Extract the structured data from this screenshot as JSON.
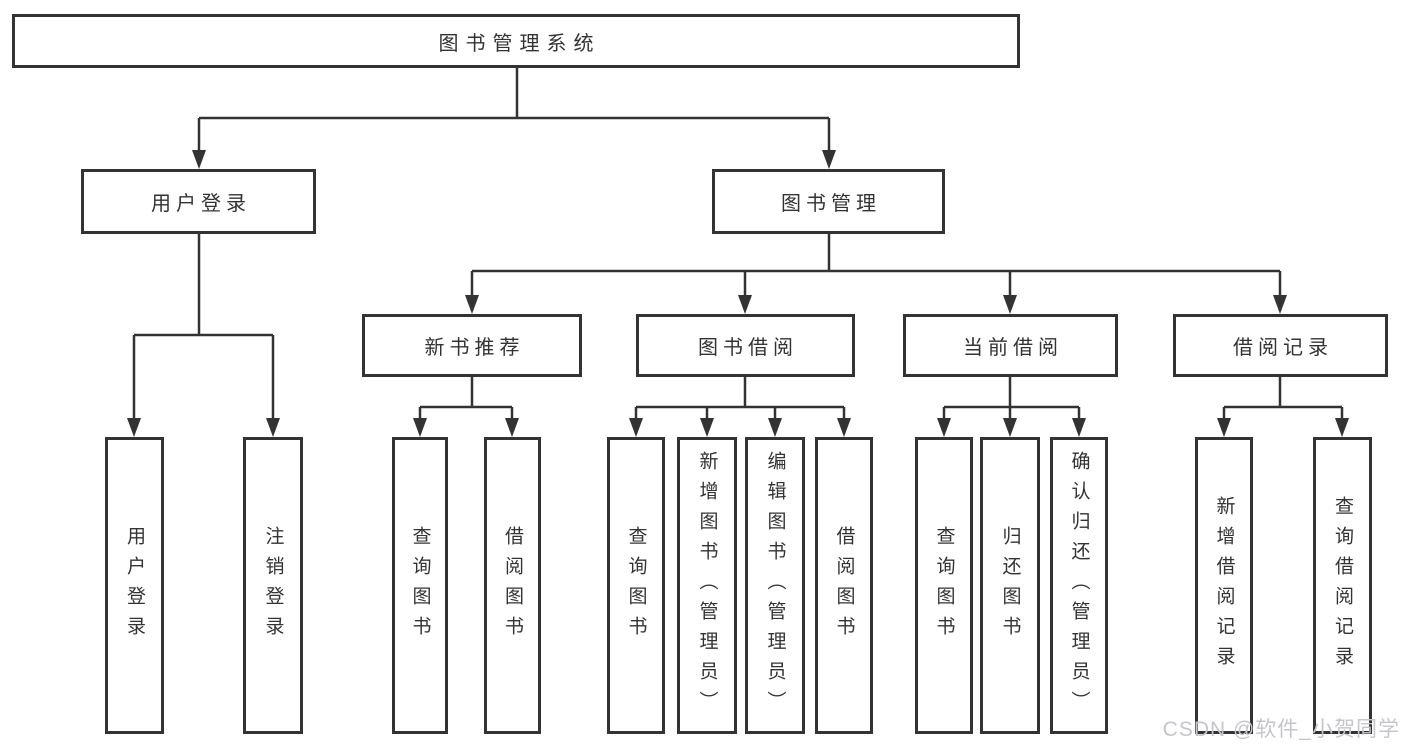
{
  "diagram": {
    "root": {
      "label": "图书管理系统"
    },
    "level2": [
      {
        "label": "用户登录"
      },
      {
        "label": "图书管理"
      }
    ],
    "level3": [
      {
        "label": "新书推荐"
      },
      {
        "label": "图书借阅"
      },
      {
        "label": "当前借阅"
      },
      {
        "label": "借阅记录"
      }
    ],
    "leaves": {
      "user_login": [
        "用户登录",
        "注销登录"
      ],
      "new_book": [
        "查询图书",
        "借阅图书"
      ],
      "book_borrow": [
        "查询图书",
        "新增图书（管理员）",
        "编辑图书（管理员）",
        "借阅图书"
      ],
      "current_borrow": [
        "查询图书",
        "归还图书",
        "确认归还（管理员）"
      ],
      "borrow_record": [
        "新增借阅记录",
        "查询借阅记录"
      ]
    }
  },
  "watermark": {
    "text": "CSDN @软件_小贺同学"
  },
  "colors": {
    "line": "#333333",
    "node_border": "#333333",
    "node_text": "#333333",
    "watermark_text": "#c5c6ca",
    "background": "#ffffff"
  }
}
